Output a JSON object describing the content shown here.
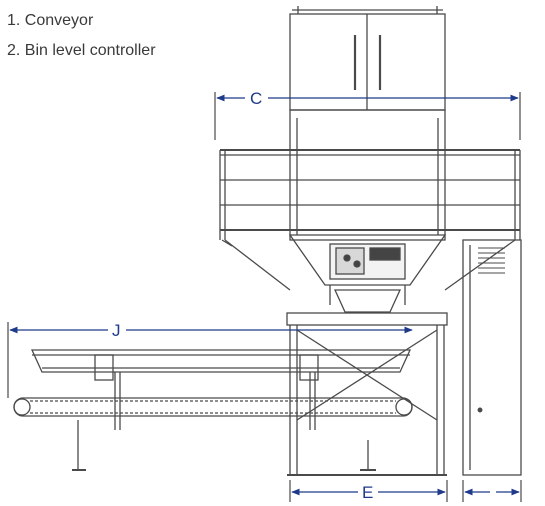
{
  "legend": {
    "items": [
      {
        "label": "1. Conveyor"
      },
      {
        "label": "2. Bin level controller"
      }
    ]
  },
  "dimensions": {
    "c_label": "C",
    "j_label": "J",
    "e_label": "E"
  },
  "colors": {
    "line": "#4a4a4a",
    "dimension": "#1f3a8a",
    "legend_text": "#3a3a3a"
  }
}
